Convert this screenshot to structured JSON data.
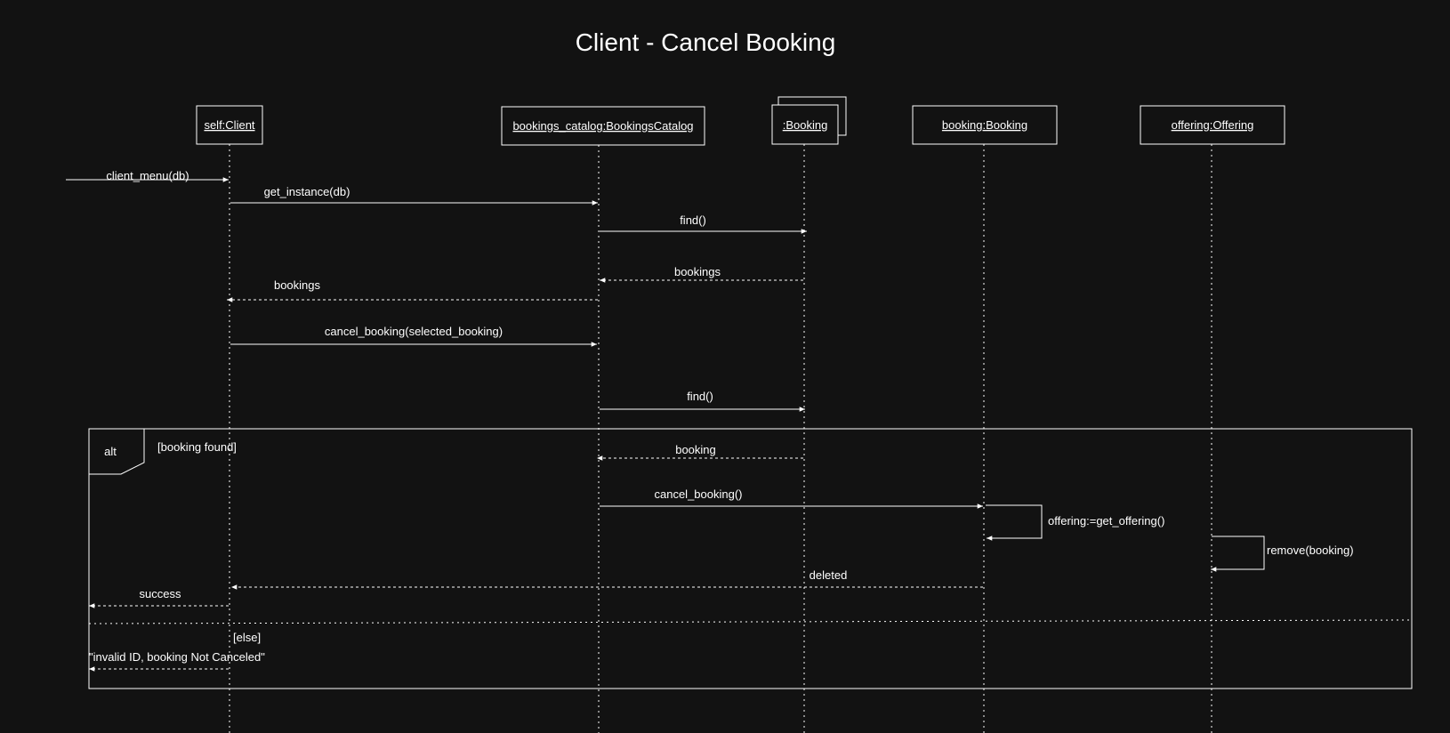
{
  "diagram": {
    "title": "Client - Cancel Booking",
    "lifelines": [
      {
        "id": "client",
        "label": "self:Client"
      },
      {
        "id": "catalog",
        "label": "bookings_catalog:BookingsCatalog"
      },
      {
        "id": "bookings_multi",
        "label": ":Booking"
      },
      {
        "id": "booking",
        "label": "booking:Booking"
      },
      {
        "id": "offering",
        "label": "offering:Offering"
      }
    ],
    "messages": [
      {
        "label": "client_menu(db)",
        "from": "external",
        "to": "client",
        "kind": "sync"
      },
      {
        "label": "get_instance(db)",
        "from": "client",
        "to": "catalog",
        "kind": "sync"
      },
      {
        "label": "find()",
        "from": "catalog",
        "to": "bookings_multi",
        "kind": "sync"
      },
      {
        "label": "bookings",
        "from": "bookings_multi",
        "to": "catalog",
        "kind": "return"
      },
      {
        "label": "bookings",
        "from": "catalog",
        "to": "client",
        "kind": "return"
      },
      {
        "label": "cancel_booking(selected_booking)",
        "from": "client",
        "to": "catalog",
        "kind": "sync"
      },
      {
        "label": "find()",
        "from": "catalog",
        "to": "bookings_multi",
        "kind": "sync"
      },
      {
        "label": "booking",
        "from": "bookings_multi",
        "to": "catalog",
        "kind": "return"
      },
      {
        "label": "cancel_booking()",
        "from": "catalog",
        "to": "booking",
        "kind": "sync"
      },
      {
        "label": "offering:=get_offering()",
        "from": "booking",
        "to": "booking",
        "kind": "self"
      },
      {
        "label": "remove(booking)",
        "from": "offering",
        "to": "offering",
        "kind": "self"
      },
      {
        "label": "deleted",
        "from": "booking",
        "to": "client",
        "kind": "return"
      },
      {
        "label": "success",
        "from": "client",
        "to": "external",
        "kind": "return"
      },
      {
        "label": "\"invalid ID, booking Not Canceled\"",
        "from": "client",
        "to": "external",
        "kind": "return"
      }
    ],
    "fragment": {
      "operator": "alt",
      "guard": "[booking found]",
      "else_guard": "[else]"
    }
  }
}
